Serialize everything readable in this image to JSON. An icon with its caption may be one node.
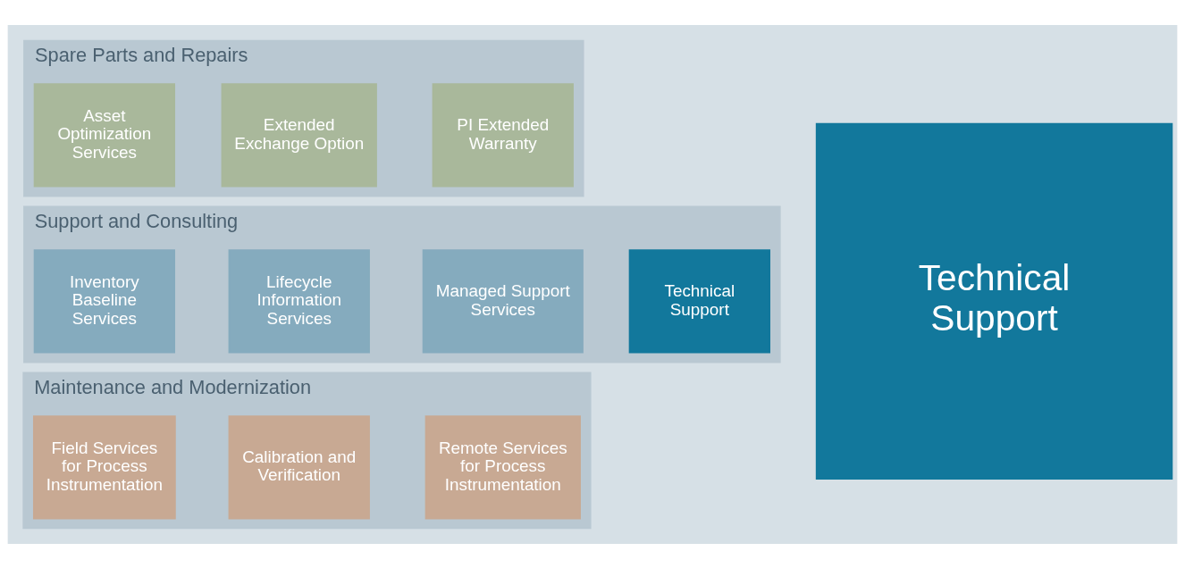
{
  "diagram": {
    "nodes": [
      {
        "text": [
          "Maintenance and Modernization"
        ]
      },
      {
        "text": [
          "Field Services for Process Instrumentation"
        ],
        "in": 0
      },
      {
        "text": [
          "Calibration and Verification"
        ],
        "in": 0
      },
      {
        "text": [
          "Remote Services for Process Instrumentation"
        ],
        "in": 0
      },
      {
        "text": [
          "Support and Consulting"
        ]
      },
      {
        "text": [
          "Inventory Baseline Services"
        ],
        "in": 4
      },
      {
        "text": [
          "Lifecycle Information Services"
        ],
        "in": 4
      },
      {
        "text": [
          "Managed Support Services"
        ],
        "in": 4
      },
      {
        "text": [
          "Technical Support"
        ],
        "in": 4
      },
      {
        "text": [
          "Spare Parts and Repairs"
        ]
      },
      {
        "text": [
          "Asset Optimization Services"
        ],
        "in": 9
      },
      {
        "text": [
          "Extended Exchange Option"
        ],
        "in": 9
      },
      {
        "text": [
          "PI Extended Warranty"
        ],
        "in": 9
      },
      {
        "text": [
          "Technical Support"
        ]
      }
    ],
    "edges": []
  }
}
